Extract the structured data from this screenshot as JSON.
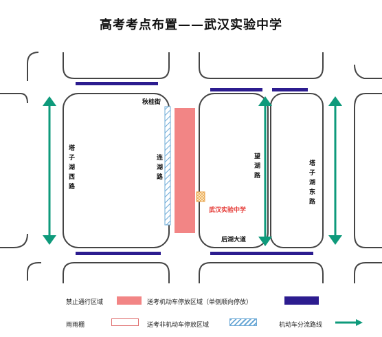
{
  "title": "高考考点布置——武汉实验中学",
  "map": {
    "roads": {
      "qiugui": "秋桂街",
      "zhanzihu_west": [
        "塔",
        "子",
        "湖",
        "西",
        "路"
      ],
      "lianhu": [
        "连",
        "湖",
        "路"
      ],
      "wanghu": [
        "望",
        "湖",
        "路"
      ],
      "zhanzihu_east": [
        "塔",
        "子",
        "湖",
        "东",
        "路"
      ],
      "houhu": "后湖大道"
    },
    "school": "武汉实验中学"
  },
  "legend": {
    "no_pass": "禁止通行区域",
    "motor_parking": "送考机动车停放区域（单侧顺向停放）",
    "canopy": "雨雨棚",
    "non_motor_parking": "送考非机动车停放区域",
    "diversion": "机动车分流路线"
  },
  "colors": {
    "no_pass": "#f28585",
    "motor_parking": "#2c1c8f",
    "canopy_border": "#e07070",
    "non_motor_hatch": "#6aa8d6",
    "diversion": "#0e9a7b",
    "school_text": "#e53935",
    "road_outline": "#444444"
  }
}
